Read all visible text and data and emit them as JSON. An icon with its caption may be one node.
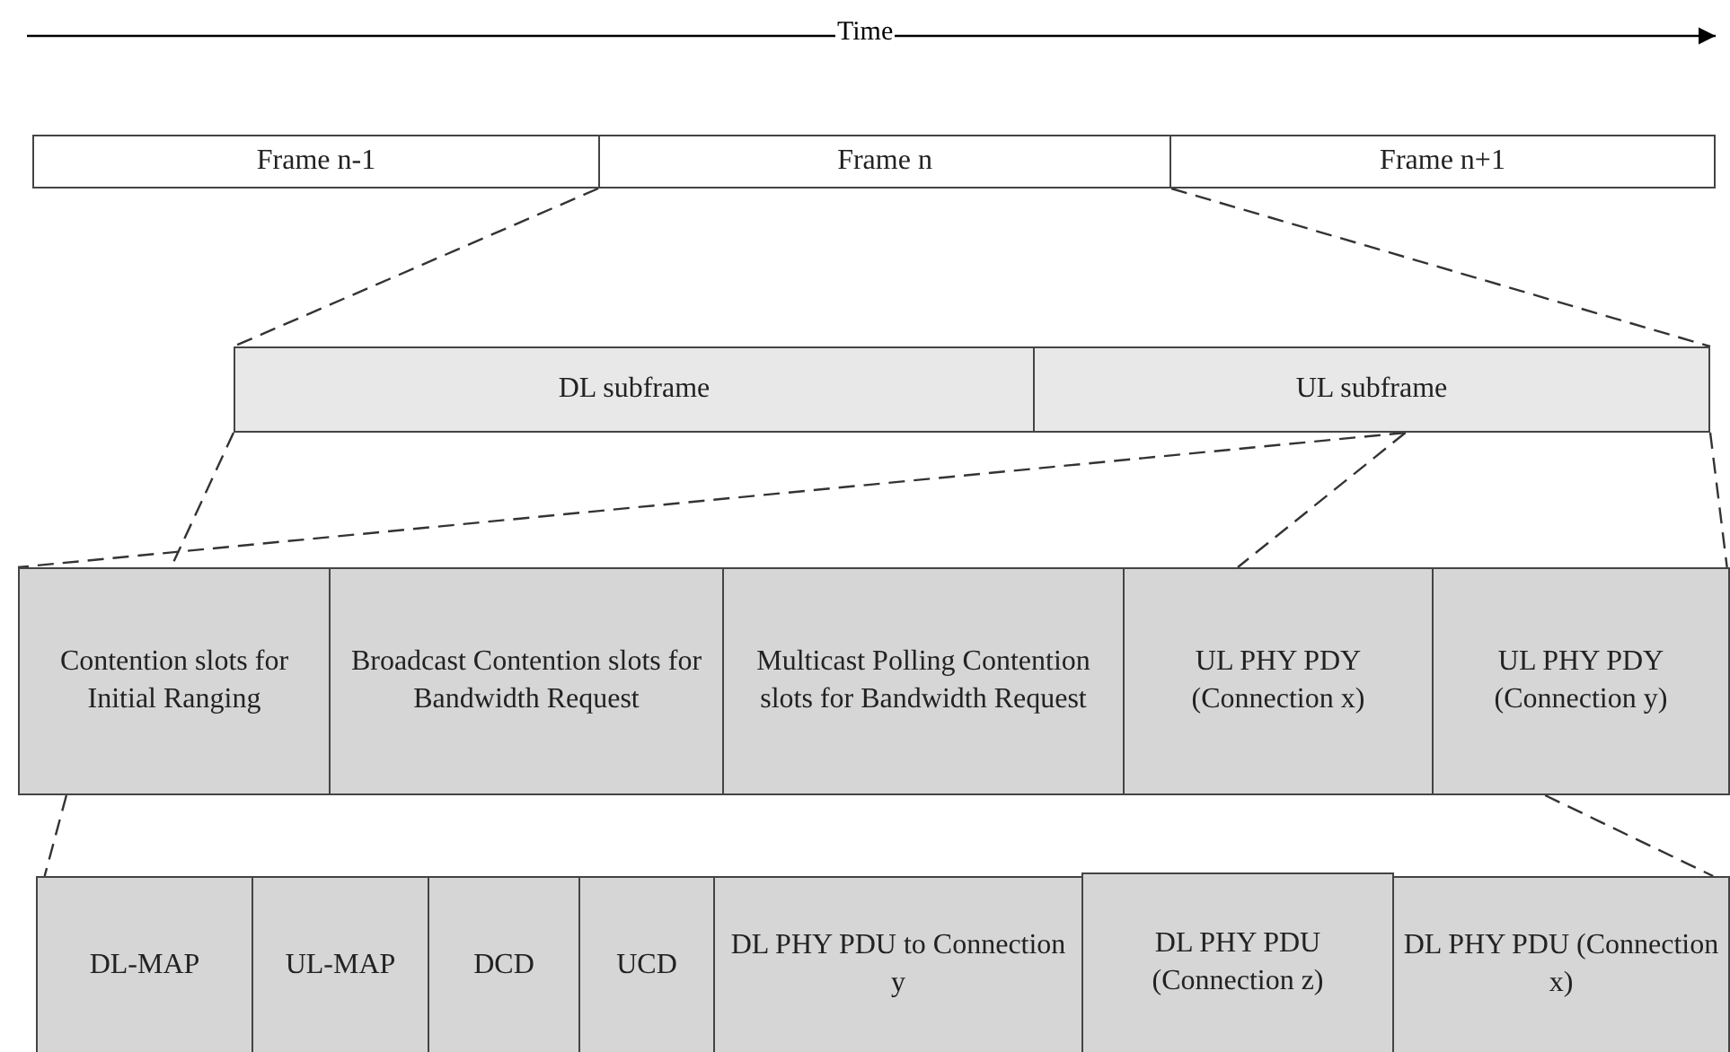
{
  "diagram": {
    "nodes": [
      {
        "text": [
          "Frame n-1"
        ]
      },
      {
        "text": [
          "Frame n"
        ]
      },
      {
        "text": [
          "Frame n+1"
        ]
      },
      {
        "text": [
          "DL subframe"
        ]
      },
      {
        "text": [
          "UL subframe"
        ]
      },
      {
        "text": [
          "Contention slots for Initial Ranging"
        ]
      },
      {
        "text": [
          "Broadcast Contention slots for Bandwidth Request"
        ]
      },
      {
        "text": [
          "Multicast Polling Contention slots for Bandwidth Request"
        ]
      },
      {
        "text": [
          "UL PHY PDY (Connection x)"
        ]
      },
      {
        "text": [
          "UL PHY PDY (Connection y)"
        ]
      },
      {
        "text": [
          "DL-MAP"
        ]
      },
      {
        "text": [
          "UL-MAP"
        ]
      },
      {
        "text": [
          "DCD"
        ]
      },
      {
        "text": [
          "UCD"
        ]
      },
      {
        "text": [
          "DL PHY PDU to Connection y"
        ]
      },
      {
        "text": [
          "DL PHY PDU (Connection z)"
        ]
      },
      {
        "text": [
          "DL PHY PDU (Connection x)"
        ]
      }
    ],
    "edges": [
      {
        "from": 1,
        "to": 3,
        "arrow": "none",
        "style": "dashed"
      },
      {
        "from": 1,
        "to": 4,
        "arrow": "none",
        "style": "dashed"
      },
      {
        "from": 4,
        "to": 5,
        "arrow": "none",
        "style": "dashed"
      },
      {
        "from": 3,
        "to": 5,
        "arrow": "none",
        "style": "dashed"
      },
      {
        "from": 4,
        "to": 8,
        "arrow": "none",
        "style": "dashed"
      },
      {
        "from": 4,
        "to": 9,
        "arrow": "none",
        "style": "dashed"
      },
      {
        "from": 5,
        "to": 10,
        "arrow": "none",
        "style": "dashed"
      },
      {
        "from": 9,
        "to": 16,
        "arrow": "none",
        "style": "dashed"
      }
    ],
    "labels": [
      "Time"
    ]
  }
}
